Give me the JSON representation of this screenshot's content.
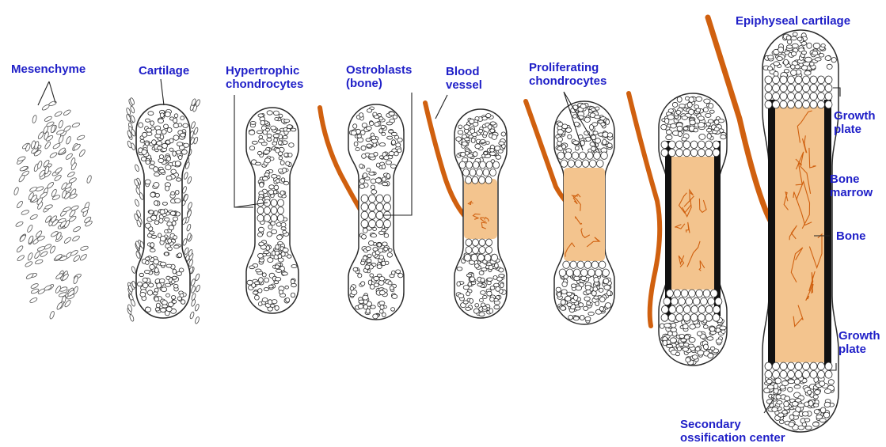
{
  "labels": {
    "mesenchyme": "Mesenchyme",
    "cartilage": "Cartilage",
    "hypertrophic": "Hypertrophic\nchondrocytes",
    "osteoblasts": "Ostroblasts\n(bone)",
    "blood_vessel": "Blood\nvessel",
    "proliferating": "Proliferating\nchondrocytes",
    "epiphyseal": "Epiphyseal cartilage",
    "growth_plate_top": "Growth\nplate",
    "bone_marrow": "Bone\nmarrow",
    "bone": "Bone",
    "growth_plate_bottom": "Growth\nplate",
    "secondary_ossification": "Secondary\nossification center"
  },
  "colors": {
    "label": "#2020c8",
    "vessel": "#d0600f",
    "marrow": "#f3c48e",
    "outline": "#2a2a2a",
    "bone": "#111111"
  }
}
